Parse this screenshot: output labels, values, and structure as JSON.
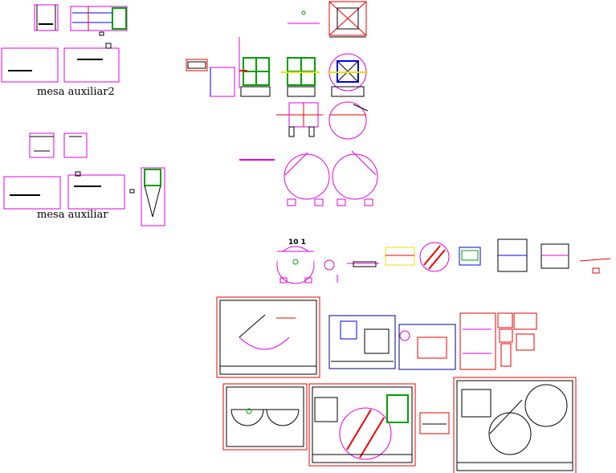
{
  "drawing": {
    "labels": {
      "mesa_auxiliar2": "mesa auxiliar2",
      "mesa_auxiliar": "mesa auxiliar",
      "detail_indicator": "10 1"
    },
    "colors": {
      "magenta": "#e000e0",
      "red": "#ee0000",
      "green": "#00a000",
      "blue": "#0000ee",
      "yellow": "#e8e000",
      "black": "#000000",
      "navy": "#000088"
    }
  }
}
